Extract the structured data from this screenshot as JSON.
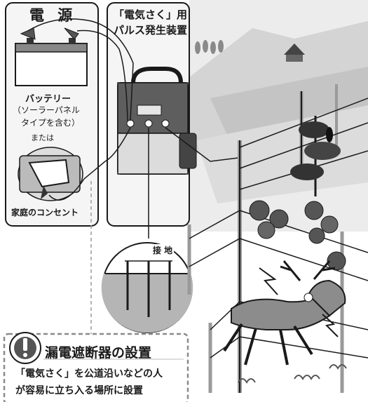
{
  "power_panel": {
    "title": "電 源",
    "battery_label": "バッテリー",
    "battery_note_line1": "（ソーラーパネル",
    "battery_note_line2": "タイプを含む）",
    "or_label": "または",
    "outlet_label": "家庭のコンセント"
  },
  "generator_panel": {
    "title": "「電気さく」用",
    "subtitle": "パルス発生装置"
  },
  "ground": {
    "label": "接 地"
  },
  "warning": {
    "title": "漏電遮断器の設置",
    "icon": "exclamation-icon",
    "line1": "「電気さく」を公道沿いなどの人",
    "line2": "が容易に立ち入る場所に設置"
  },
  "colors": {
    "ink": "#1a1a1a",
    "panel_fill": "#f5f5f5",
    "sky_gray": "#d9d9d9",
    "field_gray": "#c8c8c8",
    "warn_border": "#8a8a8a"
  }
}
